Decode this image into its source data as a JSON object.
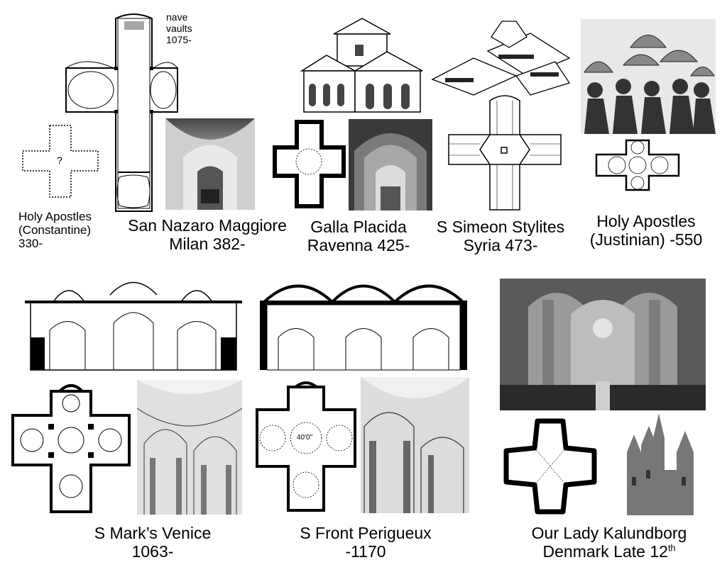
{
  "labels": {
    "nave_vaults": [
      "nave",
      "vaults",
      "1075-"
    ],
    "question_mark": "?",
    "holy_apostles_constantine": [
      "Holy Apostles",
      "(Constantine)",
      "330-"
    ],
    "san_nazaro": [
      "San Nazaro Maggiore",
      "Milan 382-"
    ],
    "galla_placida": [
      "Galla Placida",
      "Ravenna 425-"
    ],
    "simeon_stylites": [
      "S Simeon Stylites",
      "Syria 473-"
    ],
    "holy_apostles_justinian": [
      "Holy Apostles",
      "(Justinian) -550"
    ],
    "s_mark": [
      "S Mark’s Venice",
      "1063-"
    ],
    "s_front": [
      "S Front Perigueux",
      "-1170"
    ],
    "our_lady": {
      "line1": "Our Lady Kalundborg",
      "line2": "Denmark Late 12",
      "sup": "th"
    },
    "perigueux_dimension": "40'0\""
  },
  "colors": {
    "ink": "#000000",
    "paper": "#ffffff",
    "photo_dark": "#2a2a2a",
    "photo_mid": "#8a8a8a",
    "photo_light": "#d8d8d8"
  }
}
